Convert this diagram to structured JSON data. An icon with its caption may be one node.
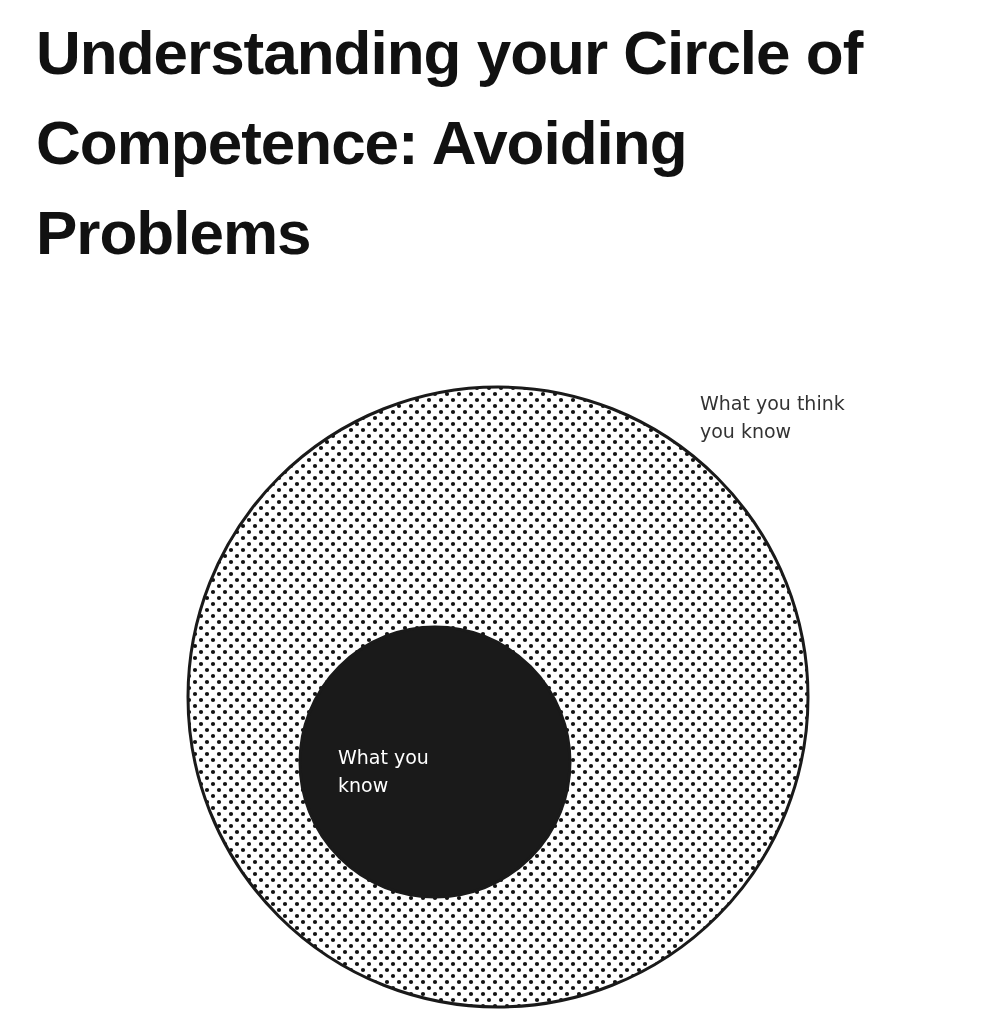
{
  "diagram": {
    "title": "Understanding your Circle of Competence: Avoiding Problems",
    "nodes": [
      {
        "text": [
          "What you think you know"
        ]
      },
      {
        "text": [
          "What you know"
        ],
        "in": 0
      }
    ]
  }
}
